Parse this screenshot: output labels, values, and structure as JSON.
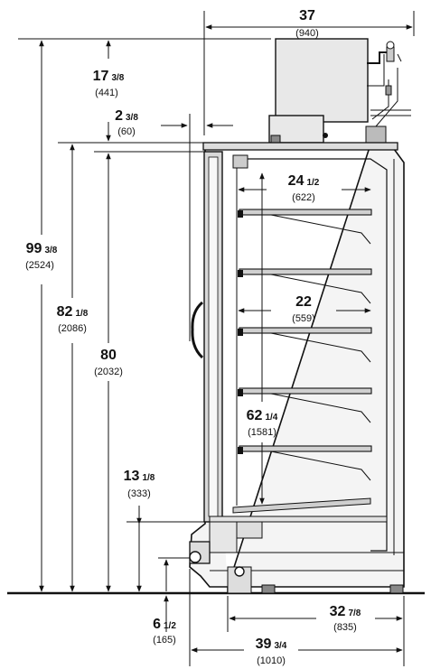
{
  "dimensions": {
    "top_width": {
      "main": "37",
      "frac": "",
      "mm": "(940)"
    },
    "unit_top": {
      "main": "17",
      "frac": "3/8",
      "mm": "(441)"
    },
    "offset_top": {
      "main": "2",
      "frac": "3/8",
      "mm": "(60)"
    },
    "overall_height": {
      "main": "99",
      "frac": "3/8",
      "mm": "(2524)"
    },
    "cabinet_height": {
      "main": "82",
      "frac": "1/8",
      "mm": "(2086)"
    },
    "door_height": {
      "main": "80",
      "frac": "",
      "mm": "(2032)"
    },
    "shelf_depth_top": {
      "main": "24",
      "frac": "1/2",
      "mm": "(622)"
    },
    "shelf_depth": {
      "main": "22",
      "frac": "",
      "mm": "(559)"
    },
    "interior_height": {
      "main": "62",
      "frac": "1/4",
      "mm": "(1581)"
    },
    "base_height": {
      "main": "13",
      "frac": "1/8",
      "mm": "(333)"
    },
    "bumper_height": {
      "main": "6",
      "frac": "1/2",
      "mm": "(165)"
    },
    "base_depth": {
      "main": "32",
      "frac": "7/8",
      "mm": "(835)"
    },
    "overall_depth": {
      "main": "39",
      "frac": "3/4",
      "mm": "(1010)"
    }
  }
}
